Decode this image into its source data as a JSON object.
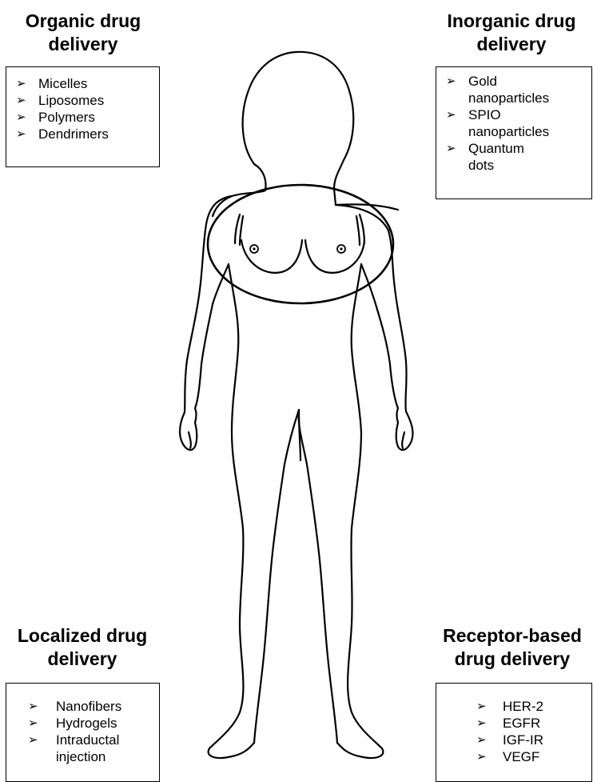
{
  "quadrants": {
    "organic": {
      "title": "Organic drug\ndelivery",
      "items": [
        "Micelles",
        "Liposomes",
        "Polymers",
        "Dendrimers"
      ]
    },
    "inorganic": {
      "title": "Inorganic drug\ndelivery",
      "items": [
        "Gold\nnanoparticles",
        "SPIO\nnanoparticles",
        "Quantum\ndots"
      ]
    },
    "localized": {
      "title": "Localized drug\ndelivery",
      "items": [
        "Nanofibers",
        "Hydrogels",
        "Intraductal\ninjection"
      ]
    },
    "receptor": {
      "title": "Receptor-based\ndrug delivery",
      "items": [
        "HER-2",
        "EGFR",
        "IGF-IR",
        "VEGF"
      ]
    }
  },
  "bullet_glyph": "➢"
}
